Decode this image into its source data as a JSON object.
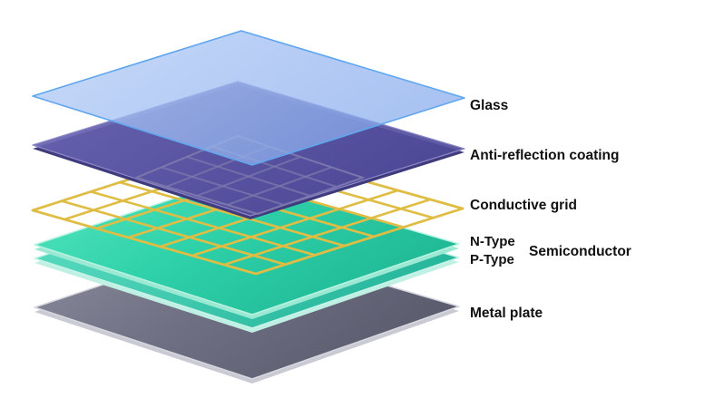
{
  "layers": [
    {
      "name": "metal-plate",
      "label": "Metal plate",
      "color": "#6e6f80"
    },
    {
      "name": "p-type",
      "label": "P-Type",
      "color": "#2fbfa6"
    },
    {
      "name": "n-type",
      "label": "N-Type",
      "color": "#35d3ae"
    },
    {
      "name": "conductive-grid",
      "label": "Conductive grid",
      "color": "#d9b43b"
    },
    {
      "name": "anti-reflection-coating",
      "label": "Anti-reflection coating",
      "color": "#5d58a6"
    },
    {
      "name": "glass",
      "label": "Glass",
      "color": "#8fb4ee"
    }
  ],
  "semiconductor_label": "Semiconductor",
  "grid_color": "#dfbd45",
  "label_color": "#111111"
}
